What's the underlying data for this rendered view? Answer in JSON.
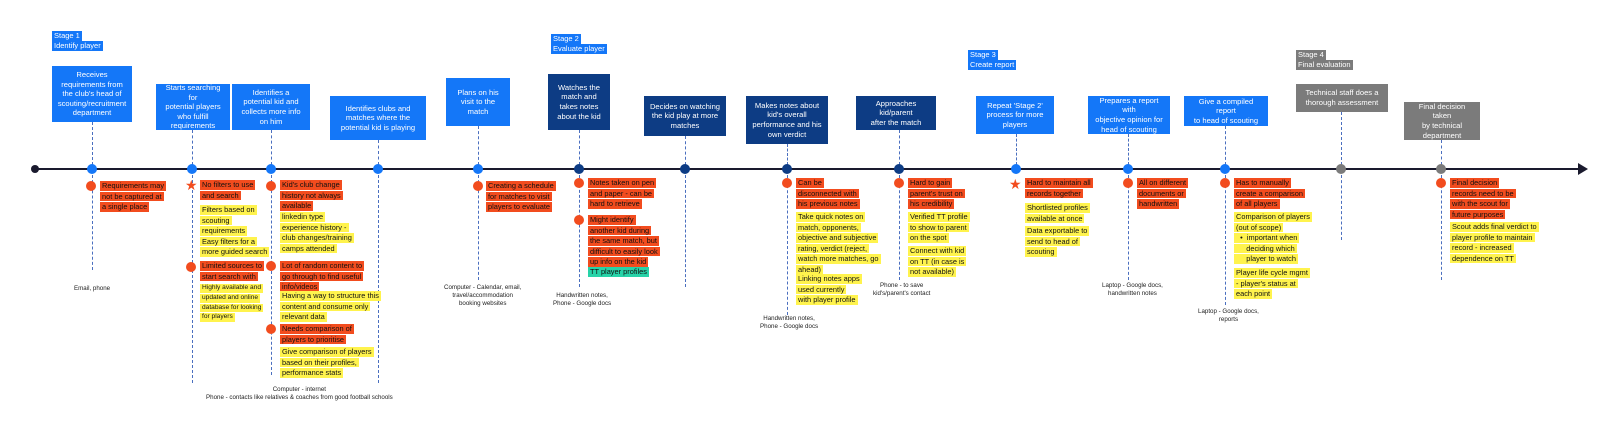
{
  "stages": [
    {
      "lines": [
        "Stage 1",
        "Identify player"
      ]
    },
    {
      "lines": [
        "Stage 2",
        "Evaluate player"
      ]
    },
    {
      "lines": [
        "Stage 3",
        "Create report"
      ]
    },
    {
      "lines": [
        "Stage 4",
        "Final evaluation"
      ]
    }
  ],
  "steps": [
    {
      "text": "Receives\nrequirements from\nthe club's head of\nscouting/recruitment\ndepartment"
    },
    {
      "text": "Starts searching for\npotential players\nwho fulfill\nrequirements"
    },
    {
      "text": "Identifies a\npotential kid and\ncollects more info\non him"
    },
    {
      "text": "Identifies clubs and\nmatches where the\npotential kid is playing"
    },
    {
      "text": "Plans on his\nvisit to the\nmatch"
    },
    {
      "text": "Watches the\nmatch and\ntakes notes\nabout the kid"
    },
    {
      "text": "Decides on watching\nthe kid play at more\nmatches"
    },
    {
      "text": "Makes notes about\nkid's overall\nperformance and his\nown verdict"
    },
    {
      "text": "Approaches kid/parent\nafter the match"
    },
    {
      "text": "Repeat 'Stage 2'\nprocess for more\nplayers"
    },
    {
      "text": "Prepares a report with\nobjective opinion for\nhead of scouting"
    },
    {
      "text": "Give a compiled report\nto head of scouting"
    },
    {
      "text": "Technical staff does a\nthorough assessment"
    },
    {
      "text": "Final decision taken\nby technical\ndepartment"
    }
  ],
  "notes": [
    {
      "lines": [
        "Requirements may",
        "not be captured at",
        "a single place"
      ]
    },
    {
      "lines": [
        "No filters to use",
        "and search"
      ]
    },
    {
      "lines": [
        "Filters based on",
        "scouting",
        "requirements",
        "Easy filters for a",
        "more guided search"
      ]
    },
    {
      "lines": [
        "Limited sources to",
        "start search with"
      ]
    },
    {
      "lines": [
        "Highly available and",
        "updated and online",
        "database for looking",
        "for players"
      ]
    },
    {
      "lines": [
        "Kid's club change",
        "history not always",
        "available"
      ]
    },
    {
      "lines": [
        "linkedin type",
        "experience history -",
        "club changes/training",
        "camps attended"
      ]
    },
    {
      "lines": [
        "Lot of random content to",
        "go through to find useful",
        "info/videos"
      ]
    },
    {
      "lines": [
        "Having a way to structure this",
        "content and consume only",
        "relevant data"
      ]
    },
    {
      "lines": [
        "Needs comparison of",
        "players to prioritise"
      ]
    },
    {
      "lines": [
        "Give comparison of players",
        "based on their profiles,",
        "performance stats"
      ]
    },
    {
      "lines": [
        "Creating a schedule",
        "for matches to visit",
        "players to evaluate"
      ]
    },
    {
      "lines": [
        "Notes taken on pen",
        "and paper - can be",
        "hard to retrieve"
      ]
    },
    {
      "lines": [
        "Might identify",
        "another kid during",
        "the same match, but",
        "difficult to easily look",
        "up info on the kid"
      ]
    },
    {
      "lines": [
        "TT player profiles"
      ]
    },
    {
      "lines": [
        "Can be",
        "disconnected with",
        "his previous notes"
      ]
    },
    {
      "lines": [
        "Take quick notes on",
        "match, opponents,",
        "objective and subjective",
        "rating, verdict (reject,",
        "watch more matches, go",
        "ahead)"
      ]
    },
    {
      "lines": [
        "Linking notes apps",
        "used currently",
        "with player profile"
      ]
    },
    {
      "lines": [
        "Hard to gain",
        "parent's trust on",
        "his credibility"
      ]
    },
    {
      "lines": [
        "Verified TT profile",
        "to show to parent",
        "on the spot"
      ]
    },
    {
      "lines": [
        "Connect with kid",
        "on TT (in case is",
        "not available)"
      ]
    },
    {
      "lines": [
        "Hard to maintain all",
        "records together"
      ]
    },
    {
      "lines": [
        "Shortlisted profiles",
        "available at once"
      ]
    },
    {
      "lines": [
        "Data exportable to",
        "send to head of",
        "scouting"
      ]
    },
    {
      "lines": [
        "All on different",
        "documents or",
        "handwritten"
      ]
    },
    {
      "lines": [
        "Has to manually",
        "create a comparison",
        "of all players"
      ]
    },
    {
      "lines": [
        "Comparison of players",
        "(out of scope)",
        "  •  important when",
        "     deciding which",
        "     player to watch"
      ]
    },
    {
      "lines": [
        "Player life cycle mgmt",
        "- player's status at",
        "each point"
      ]
    },
    {
      "lines": [
        "Final decision",
        "records need to be",
        "with the scout for",
        "future purposes"
      ]
    },
    {
      "lines": [
        "Scout adds final verdict to",
        "player profile to maintain",
        "record - increased",
        "dependence on TT"
      ]
    }
  ],
  "tools": [
    {
      "text": "Email, phone"
    },
    {
      "text": "Computer - internet\nPhone - contacts like relatives & coaches from good football schools"
    },
    {
      "text": "Computer - Calendar, email,\ntravel/accommodation\nbooking websites"
    },
    {
      "text": "Handwritten notes,\nPhone - Google docs"
    },
    {
      "text": "Handwritten notes,\nPhone - Google docs"
    },
    {
      "text": "Phone - to save\nkid's/parent's contact"
    },
    {
      "text": "Laptop - Google docs,\nhandwritten notes"
    },
    {
      "text": "Laptop - Google docs,\nreports"
    }
  ],
  "colors": {
    "stage_label": "#1477f8",
    "stage4_label": "#7b7b7b",
    "step_blue": "#1477f8",
    "step_navy": "#0d3c84",
    "step_grey": "#7b7b7b",
    "painpoint": "#f24c1e",
    "idea": "#fff34d",
    "feature": "#27d3a8",
    "timeline": "#1a1a2e"
  }
}
